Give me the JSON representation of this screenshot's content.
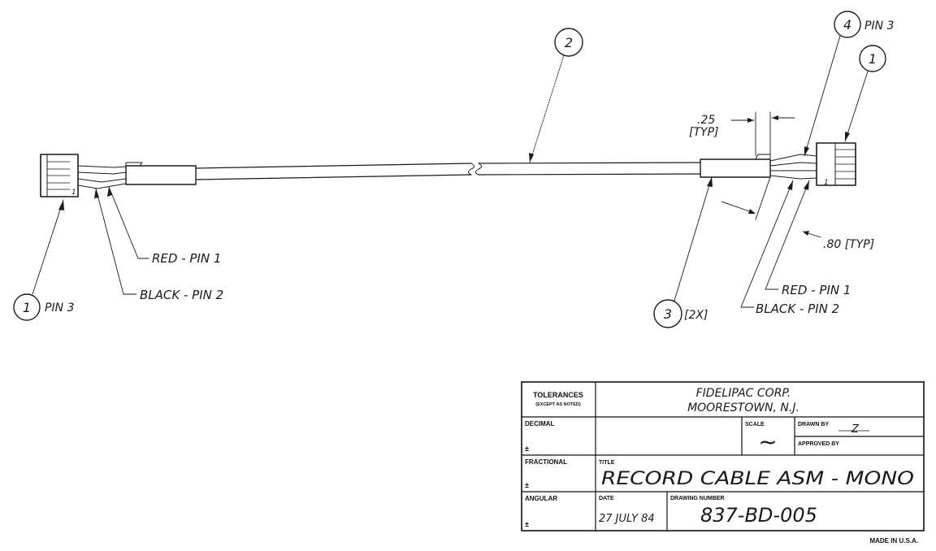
{
  "callouts": {
    "left_connector_num": "1",
    "left_connector_pin": "PIN 3",
    "cable_num": "2",
    "right_item4_num": "4",
    "right_item4_pin": "PIN 3",
    "right_connector_num": "1",
    "sleeve_num": "3",
    "sleeve_qty": "[2X]"
  },
  "wire_labels": {
    "left_red": "RED - PIN 1",
    "left_black": "BLACK - PIN 2",
    "right_red": "RED - PIN 1",
    "right_black": "BLACK - PIN 2",
    "pin_one_mark": "1"
  },
  "dimensions": {
    "sleeve_len": ".25",
    "sleeve_typ": "[TYP]",
    "lead_len": ".80 [TYP]"
  },
  "title_block": {
    "tolerances_label": "TOLERANCES",
    "tolerances_note": "(EXCEPT AS NOTED)",
    "company_line1": "FIDELIPAC CORP.",
    "company_line2": "MOORESTOWN, N.J.",
    "decimal_label": "DECIMAL",
    "plusminus": "±",
    "scale_label": "SCALE",
    "scale_value": "~",
    "drawn_by_label": "DRAWN BY",
    "drawn_by_value": "Z",
    "approved_by_label": "APPROVED BY",
    "fractional_label": "FRACTIONAL",
    "title_label": "TITLE",
    "title_value": "RECORD CABLE ASM - MONO",
    "angular_label": "ANGULAR",
    "date_label": "DATE",
    "date_value": "27 JULY 84",
    "drawing_number_label": "DRAWING NUMBER",
    "drawing_number_value": "837-BD-005"
  },
  "footer": {
    "made_in": "MADE IN U.S.A."
  }
}
